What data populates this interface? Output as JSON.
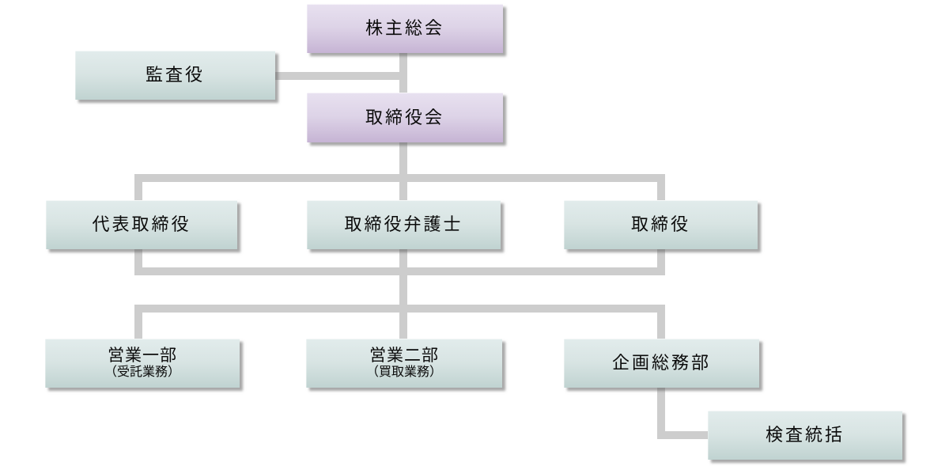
{
  "diagram": {
    "type": "org-chart",
    "language": "ja",
    "background_color": "#ffffff",
    "connector_color": "#cdcdcd",
    "node_styles": {
      "governance_gradient": [
        "#e8e1f0",
        "#c6b4d4"
      ],
      "department_gradient": [
        "#e2ecec",
        "#c0d3d1"
      ],
      "text_color": "#0b0b0b"
    },
    "nodes": {
      "shareholders": {
        "label": "株主総会"
      },
      "auditor": {
        "label": "監査役"
      },
      "board": {
        "label": "取締役会"
      },
      "rep_director": {
        "label": "代表取締役"
      },
      "director_lawyer": {
        "label": "取締役弁護士"
      },
      "director": {
        "label": "取締役"
      },
      "sales_dept_1": {
        "label": "営業一部",
        "sublabel": "（受託業務）"
      },
      "sales_dept_2": {
        "label": "営業二部",
        "sublabel": "（買取業務）"
      },
      "planning_general_affairs": {
        "label": "企画総務部"
      },
      "inspection_supervision": {
        "label": "検査統括"
      }
    },
    "edges": [
      {
        "from": "株主総会",
        "to": "取締役会",
        "type": "vertical"
      },
      {
        "from": "監査役",
        "to": "株主総会〜取締役会ライン",
        "type": "lateral"
      },
      {
        "from": "取締役会",
        "to": "代表取締役",
        "type": "vertical"
      },
      {
        "from": "取締役会",
        "to": "取締役弁護士",
        "type": "vertical"
      },
      {
        "from": "取締役会",
        "to": "取締役",
        "type": "vertical"
      },
      {
        "from": "取締役会",
        "to": "営業一部（受託業務）",
        "type": "vertical"
      },
      {
        "from": "取締役会",
        "to": "営業二部（買取業務）",
        "type": "vertical"
      },
      {
        "from": "取締役会",
        "to": "企画総務部",
        "type": "vertical"
      },
      {
        "from": "企画総務部",
        "to": "検査統括",
        "type": "elbow"
      }
    ]
  }
}
